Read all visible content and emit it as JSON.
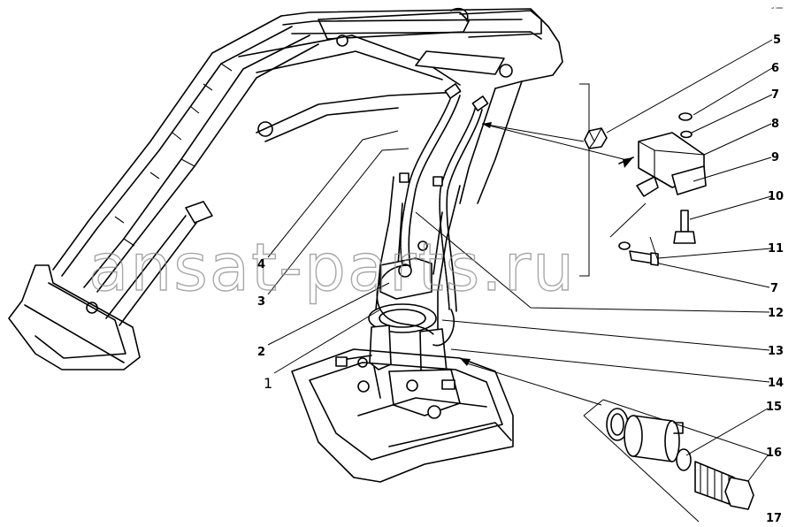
{
  "watermark": "ansat-parts.ru",
  "corner_mark": "ᵃᵗ ¹⁹⁹⁹",
  "callouts": {
    "c1": "1",
    "c2": "2",
    "c3": "3",
    "c4": "4",
    "c5": "5",
    "c6": "6",
    "c7a": "7",
    "c7b": "7",
    "c8": "8",
    "c9": "9",
    "c10": "10",
    "c11": "11",
    "c12": "12",
    "c13": "13",
    "c14": "14",
    "c15": "15",
    "c16": "16",
    "c17": "17"
  }
}
